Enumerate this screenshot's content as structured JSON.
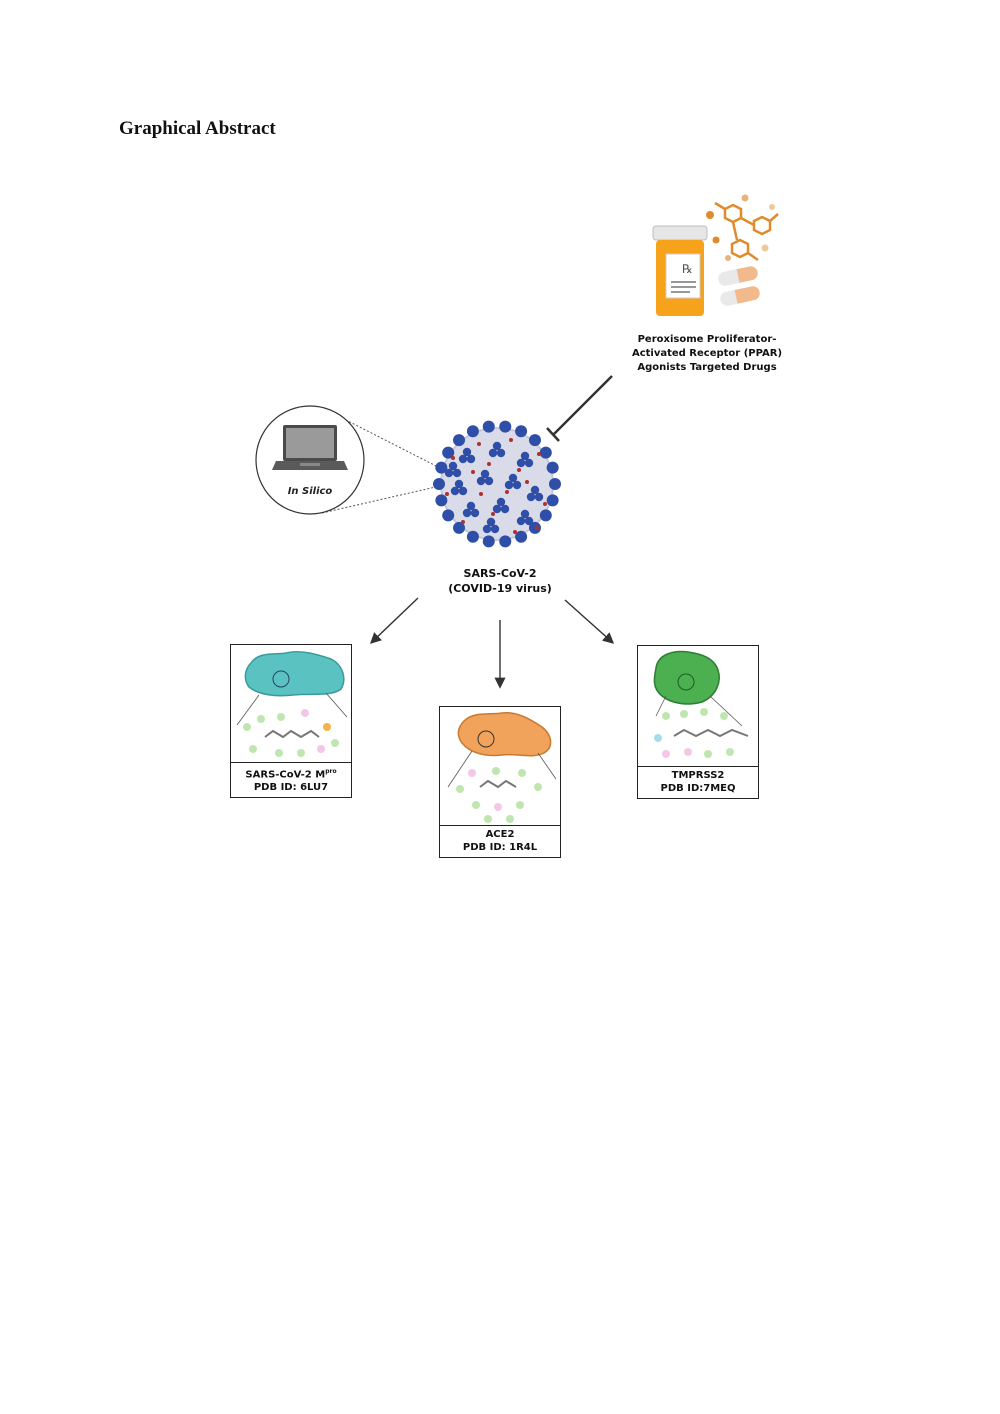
{
  "heading": "Graphical Abstract",
  "drug_box": {
    "label_line1": "Peroxisome Proliferator-",
    "label_line2": "Activated Receptor (PPAR)",
    "label_line3": "Agonists Targeted Drugs",
    "rx_symbol": "℞"
  },
  "insilico": {
    "label": "In Silico"
  },
  "virus": {
    "line1": "SARS-CoV-2",
    "line2": "(COVID-19 virus)"
  },
  "targets": [
    {
      "name_main": "SARS-CoV-2 M",
      "name_sup": "pro",
      "pdb": "PDB ID: 6LU7",
      "color": "#5bc2c2"
    },
    {
      "name_main": "ACE2",
      "name_sup": "",
      "pdb": "PDB ID: 1R4L",
      "color": "#f1a35c"
    },
    {
      "name_main": "TMPRSS2",
      "name_sup": "",
      "pdb": "PDB ID:7MEQ",
      "color": "#4caf50"
    }
  ],
  "colors": {
    "virus_body": "#d9dbe8",
    "virus_spike": "#2f4ea8",
    "virus_dot": "#b0302a",
    "pill_orange": "#f7a21b",
    "molecule": "#e08a2c"
  }
}
